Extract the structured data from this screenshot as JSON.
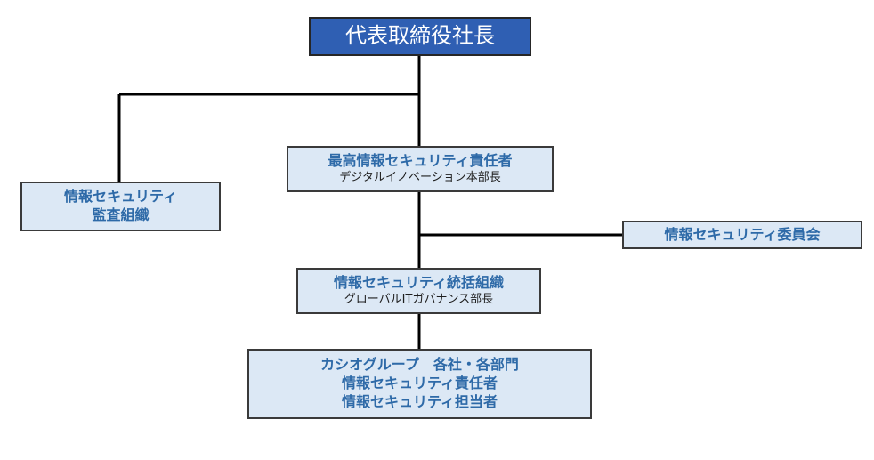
{
  "nodes": {
    "ceo": {
      "title": "代表取締役社長"
    },
    "ciso": {
      "title": "最高情報セキュリティ責任者",
      "subtitle": "デジタルイノベーション本部長"
    },
    "audit": {
      "line1": "情報セキュリティ",
      "line2": "監査組織"
    },
    "committee": {
      "title": "情報セキュリティ委員会"
    },
    "unified": {
      "title": "情報セキュリティ統括組織",
      "subtitle": "グローバルITガバナンス部長"
    },
    "group": {
      "line1": "カシオグループ　各社・各部門",
      "line2": "情報セキュリティ責任者",
      "line3": "情報セキュリティ担当者"
    }
  },
  "colors": {
    "ceo_fill": "#2f5fb3",
    "box_fill": "#dce8f5",
    "box_text": "#2e6aa8",
    "border": "#3a3a3a",
    "connector": "#000000"
  }
}
